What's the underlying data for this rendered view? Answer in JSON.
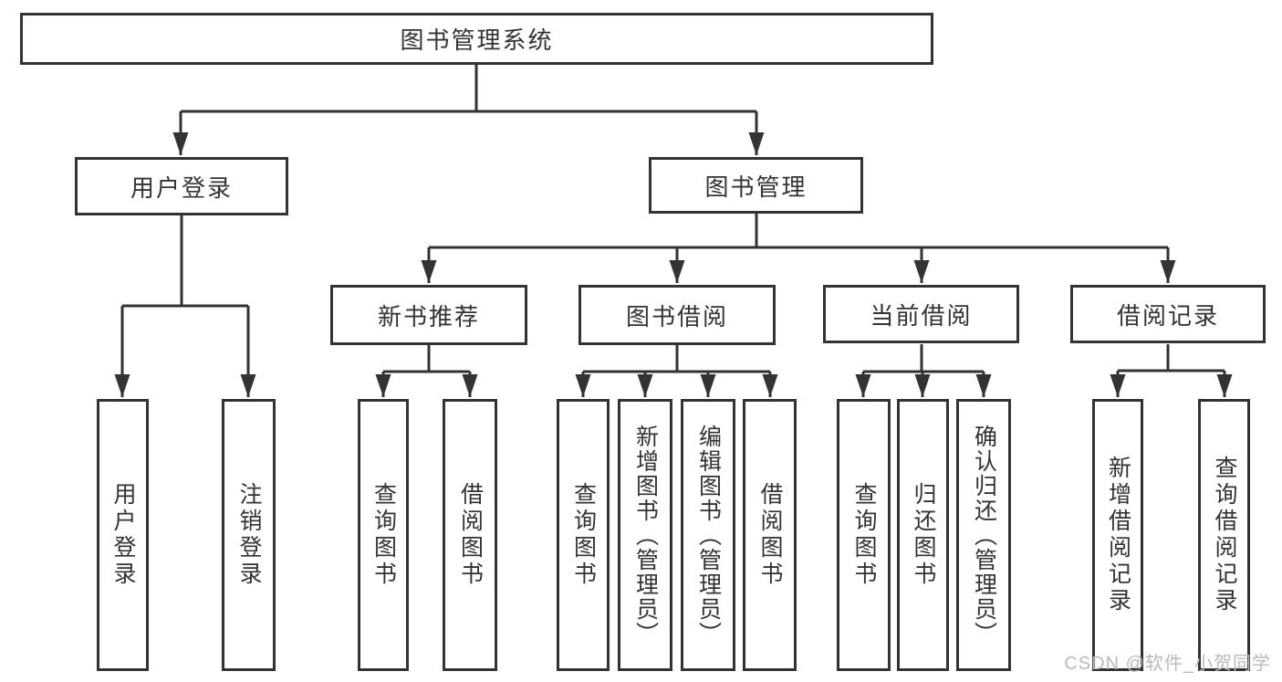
{
  "colors": {
    "line": "#333333",
    "text": "#333333",
    "box_bg": "#ffffff",
    "background": "#ffffff",
    "watermark": "#b7babf"
  },
  "watermark": "CSDN @软件_小贺同学",
  "tree": {
    "root": "图书管理系统",
    "branches": [
      {
        "label": "用户登录",
        "children": [
          "用户登录",
          "注销登录"
        ]
      },
      {
        "label": "图书管理",
        "groups": [
          {
            "label": "新书推荐",
            "children": [
              "查询图书",
              "借阅图书"
            ]
          },
          {
            "label": "图书借阅",
            "children": [
              "查询图书",
              "新增图书（管理员）",
              "编辑图书（管理员）",
              "借阅图书"
            ]
          },
          {
            "label": "当前借阅",
            "children": [
              "查询图书",
              "归还图书",
              "确认归还（管理员）"
            ]
          },
          {
            "label": "借阅记录",
            "children": [
              "新增借阅记录",
              "查询借阅记录"
            ]
          }
        ]
      }
    ]
  }
}
